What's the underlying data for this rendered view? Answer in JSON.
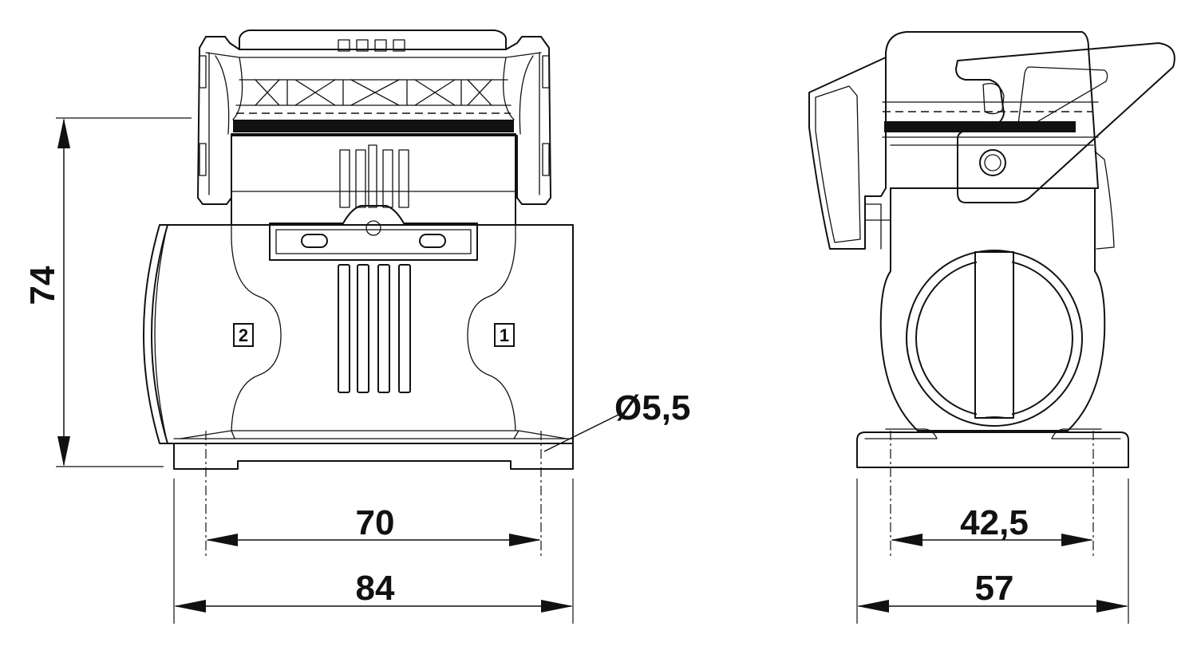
{
  "dimensions": {
    "height": "74",
    "front_hole_spacing": "70",
    "front_width": "84",
    "hole_diameter": "Ø5,5",
    "side_hole_spacing": "42,5",
    "side_width": "57"
  },
  "labels": {
    "entry_2": "2",
    "entry_1": "1"
  }
}
